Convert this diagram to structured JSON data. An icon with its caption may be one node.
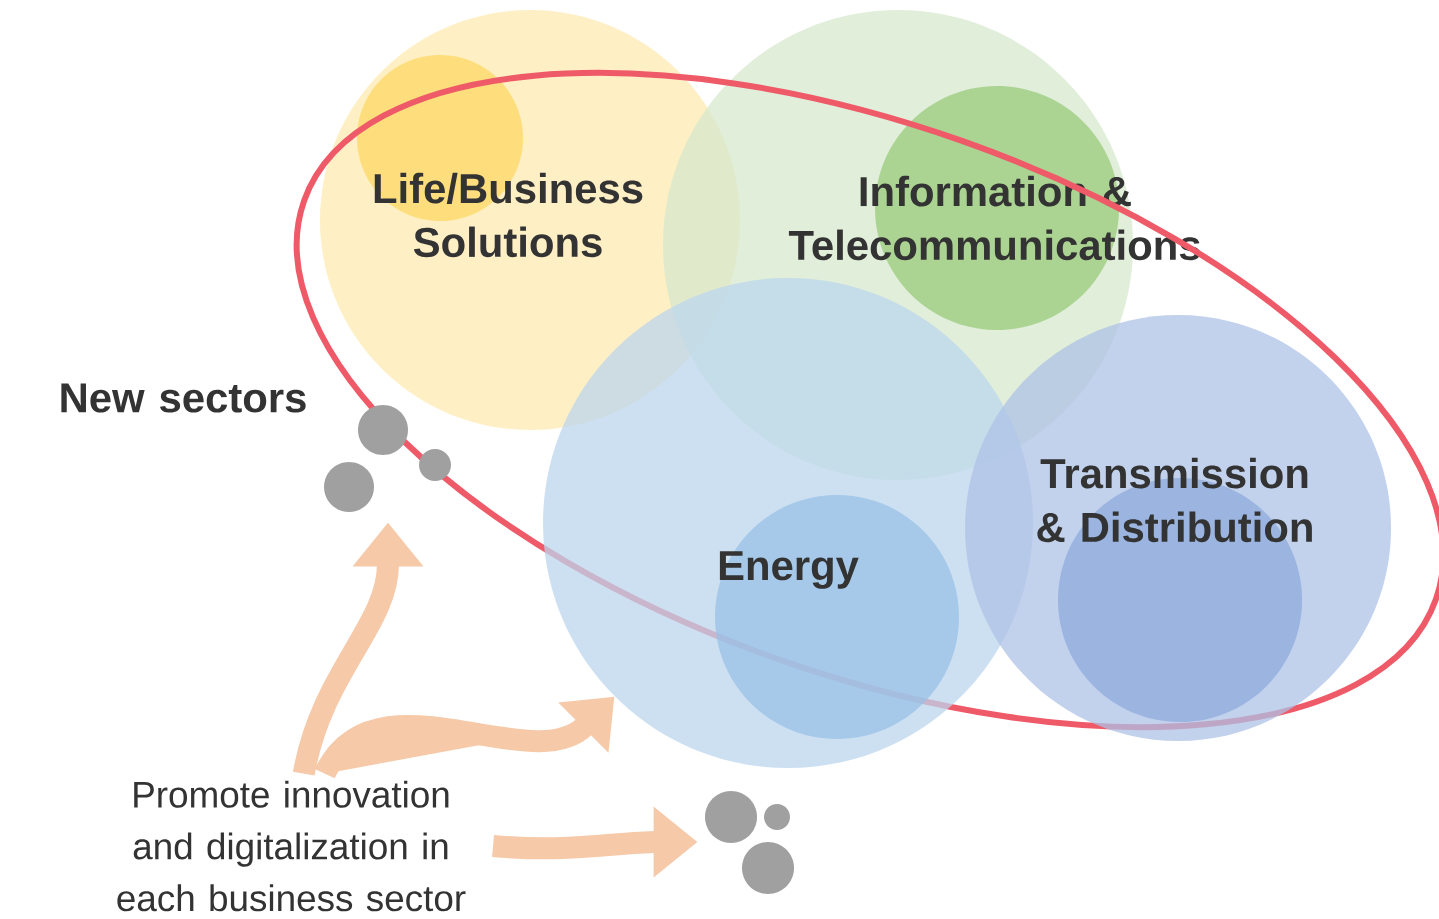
{
  "diagram": {
    "nodes": [
      {
        "text": [
          "Life/Business Solutions"
        ]
      },
      {
        "text": [
          "Information & Telecommunications"
        ]
      },
      {
        "text": [
          "Energy"
        ]
      },
      {
        "text": [
          "Transmission & Distribution"
        ]
      },
      {
        "text": [
          "New sectors"
        ]
      },
      {
        "text": [],
        "shape": "circle"
      },
      {
        "text": [
          "Promote innovation and digitalization in each business sector"
        ]
      },
      {
        "text": [],
        "shape": "circle"
      }
    ],
    "edges": [
      {
        "from": 6,
        "to": 5,
        "arrow": "to"
      },
      {
        "from": 6,
        "to": 2,
        "arrow": "to"
      },
      {
        "from": 6,
        "to": 7,
        "arrow": "to"
      }
    ]
  }
}
